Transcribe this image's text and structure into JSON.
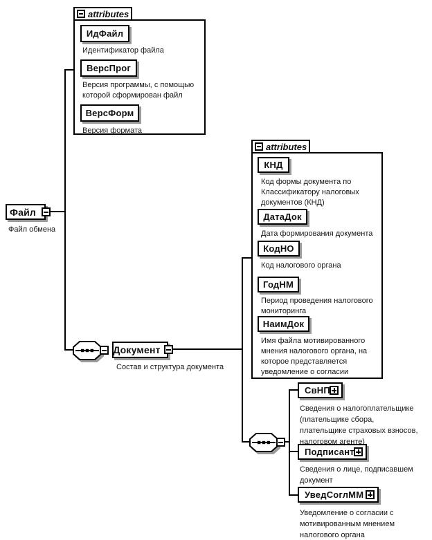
{
  "diagram": {
    "root": {
      "name": "Файл",
      "caption": "Файл обмена"
    },
    "root_attributes": {
      "header": "attributes",
      "items": [
        {
          "name": "ИдФайл",
          "caption": "Идентификатор файла"
        },
        {
          "name": "ВерсПрог",
          "caption": "Версия программы, с помощью\nкоторой сформирован файл"
        },
        {
          "name": "ВерсФорм",
          "caption": "Версия формата"
        }
      ]
    },
    "document": {
      "name": "Документ",
      "caption": "Состав и структура документа"
    },
    "document_attributes": {
      "header": "attributes",
      "items": [
        {
          "name": "КНД",
          "caption": "Код формы документа по\nКлассификатору налоговых\nдокументов (КНД)"
        },
        {
          "name": "ДатаДок",
          "caption": "Дата формирования документа"
        },
        {
          "name": "КодНО",
          "caption": "Код налогового органа"
        },
        {
          "name": "ГодНМ",
          "caption": "Период проведения налогового\nмониторинга"
        },
        {
          "name": "НаимДок",
          "caption": "Имя файла мотивированного\nмнения налогового органа, на\nкоторое представляется\nуведомление о согласии"
        }
      ]
    },
    "document_children": [
      {
        "name": "СвНП",
        "caption": "Сведения о налогоплательщике\n(плательщике сбора,\nплательщике страховых взносов,\nналоговом агенте)"
      },
      {
        "name": "Подписант",
        "caption": "Сведения о лице, подписавшем\nдокумент"
      },
      {
        "name": "УведСоглММ",
        "caption": "Уведомление о согласии с\nмотивированным мнением\nналогового органа"
      }
    ]
  },
  "icons": {
    "collapse": "minus-square",
    "expand": "plus-square",
    "sequence": "sequence-octagon-with-dots"
  },
  "colors": {
    "line": "#000000",
    "shadow": "#9b9b9b",
    "background": "#ffffff"
  }
}
